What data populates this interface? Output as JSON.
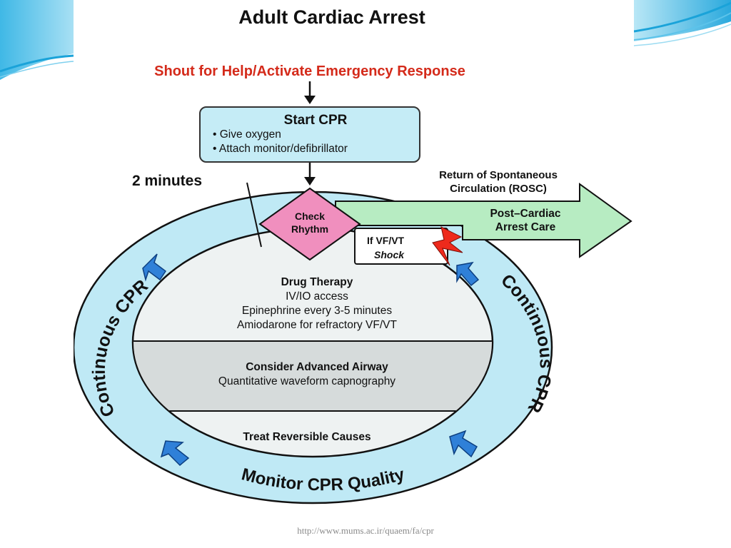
{
  "title": "Adult Cardiac Arrest",
  "shout": "Shout for Help/Activate Emergency Response",
  "start_cpr": {
    "title": "Start CPR",
    "bullets": [
      "• Give oxygen",
      "• Attach monitor/defibrillator"
    ]
  },
  "two_minutes": "2 minutes",
  "rosc": {
    "line1": "Return of Spontaneous",
    "line2": "Circulation (ROSC)"
  },
  "post_arrest": {
    "line1": "Post–Cardiac",
    "line2": "Arrest Care"
  },
  "check_rhythm": {
    "line1": "Check",
    "line2": "Rhythm"
  },
  "shock": {
    "line1": "If VF/VT",
    "line2": "Shock"
  },
  "drug_therapy": {
    "title": "Drug Therapy",
    "lines": [
      "IV/IO access",
      "Epinephrine every 3-5 minutes",
      "Amiodarone for refractory VF/VT"
    ]
  },
  "airway": {
    "title": "Consider Advanced Airway",
    "line": "Quantitative waveform capnography"
  },
  "reversible": "Treat Reversible Causes",
  "ring": {
    "left": "Continuous CPR",
    "right": "Continuous CPR",
    "bottom": "Monitor CPR Quality"
  },
  "source_url": "http://www.mums.ac.ir/quaem/fa/cpr",
  "colors": {
    "slide_accent": "#1aa3d9",
    "ring": "#bfe9f5",
    "start_box": "#c5ecf6",
    "diamond": "#f08fbe",
    "post_arrow": "#b7ecc2",
    "shout_text": "#d42a1a",
    "lightning": "#ee2a1c",
    "ring_arrows": "#2f80d8"
  }
}
